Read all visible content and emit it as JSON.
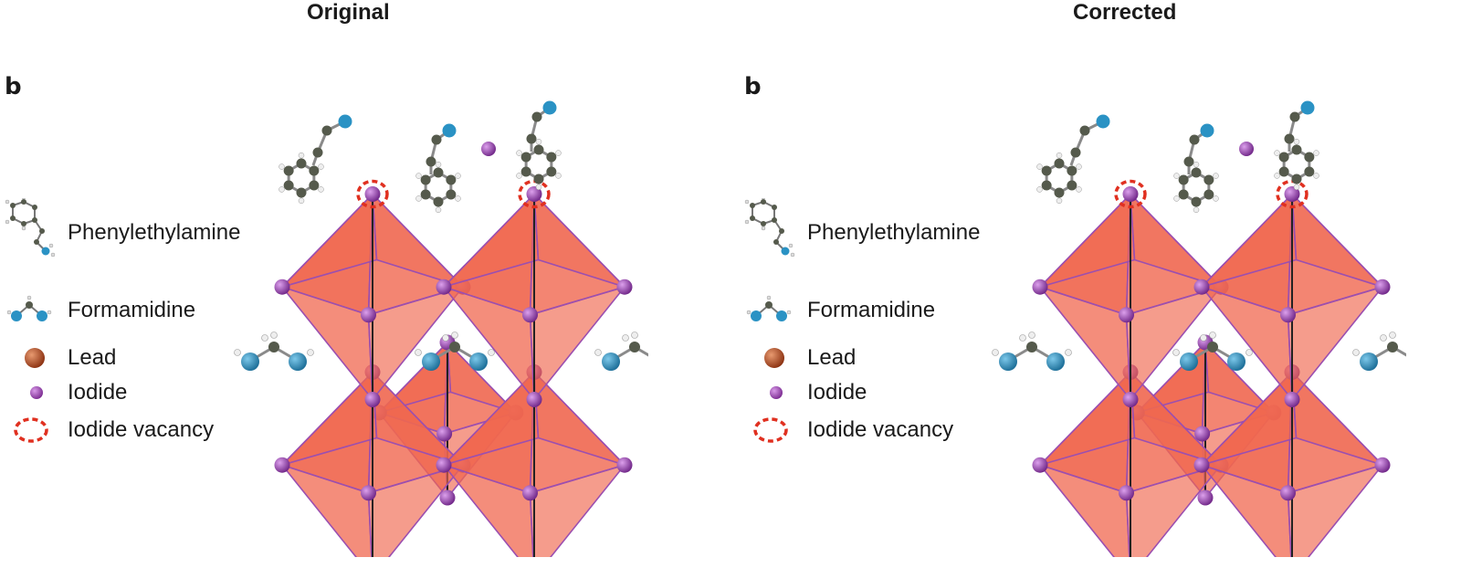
{
  "panels": [
    {
      "heading": "Original",
      "letter": "b",
      "legend": [
        {
          "label": "Phenylethylamine",
          "icon": "phenylethylamine-molecule-icon"
        },
        {
          "label": "Formamidine",
          "icon": "formamidine-molecule-icon"
        },
        {
          "label": "Lead",
          "icon": "lead-atom-icon"
        },
        {
          "label": "Iodide",
          "icon": "iodide-atom-icon"
        },
        {
          "label": "Iodide vacancy",
          "icon": "iodide-vacancy-icon"
        }
      ]
    },
    {
      "heading": "Corrected",
      "letter": "b",
      "legend": [
        {
          "label": "Phenylethylamine",
          "icon": "phenylethylamine-molecule-icon"
        },
        {
          "label": "Formamidine",
          "icon": "formamidine-molecule-icon"
        },
        {
          "label": "Lead",
          "icon": "lead-atom-icon"
        },
        {
          "label": "Iodide",
          "icon": "iodide-atom-icon"
        },
        {
          "label": "Iodide vacancy",
          "icon": "iodide-vacancy-icon"
        }
      ]
    }
  ],
  "colors": {
    "octahedron": "#f0674f",
    "octahedron_edge": "#9b4fb0",
    "iodide": "#9b3fb3",
    "lead": "#b5461b",
    "nitrogen": "#2a92c4",
    "carbon": "#555a4c",
    "hydrogen": "#e8e8e8",
    "vacancy": "#e03020"
  }
}
